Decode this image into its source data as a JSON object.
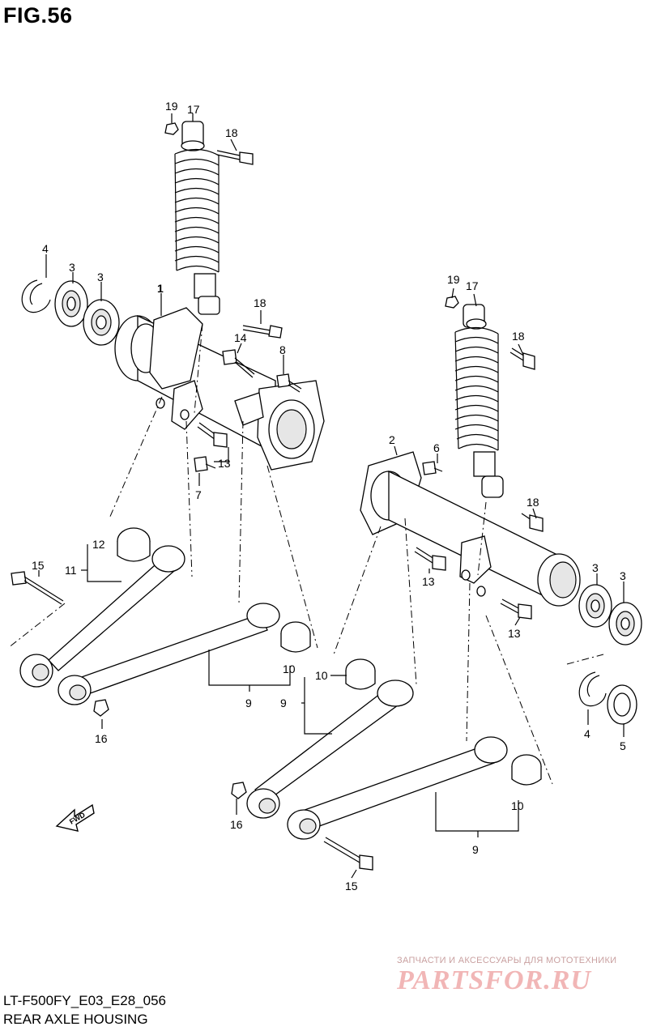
{
  "header": {
    "figure_label": "FIG.56"
  },
  "footer": {
    "model_code": "LT-F500FY_E03_E28_056",
    "section_name": "REAR AXLE HOUSING"
  },
  "watermark": {
    "tagline": "ЗАПЧАСТИ И АКСЕССУАРЫ ДЛЯ МОТОТЕХНИКИ",
    "brand": "PARTSFOR.RU",
    "color": "#f1b6b6"
  },
  "direction_marker": {
    "label": "FWD"
  },
  "callouts": {
    "c19a": "19",
    "c17a": "17",
    "c18a": "18",
    "c4a": "4",
    "c3a": "3",
    "c3b": "3",
    "c1": "1",
    "c18b": "18",
    "c14": "14",
    "c8": "8",
    "c13a": "13",
    "c7": "7",
    "c12": "12",
    "c11": "11",
    "c15a": "15",
    "c16a": "16",
    "c9a": "9",
    "c10a": "10",
    "c19b": "19",
    "c17b": "17",
    "c18c": "18",
    "c2": "2",
    "c6": "6",
    "c18d": "18",
    "c13b": "13",
    "c13c": "13",
    "c3c": "3",
    "c3d": "3",
    "c4b": "4",
    "c5": "5",
    "c10b": "10",
    "c9b": "9",
    "c16b": "16",
    "c10c": "10",
    "c9c": "9",
    "c15b": "15"
  }
}
